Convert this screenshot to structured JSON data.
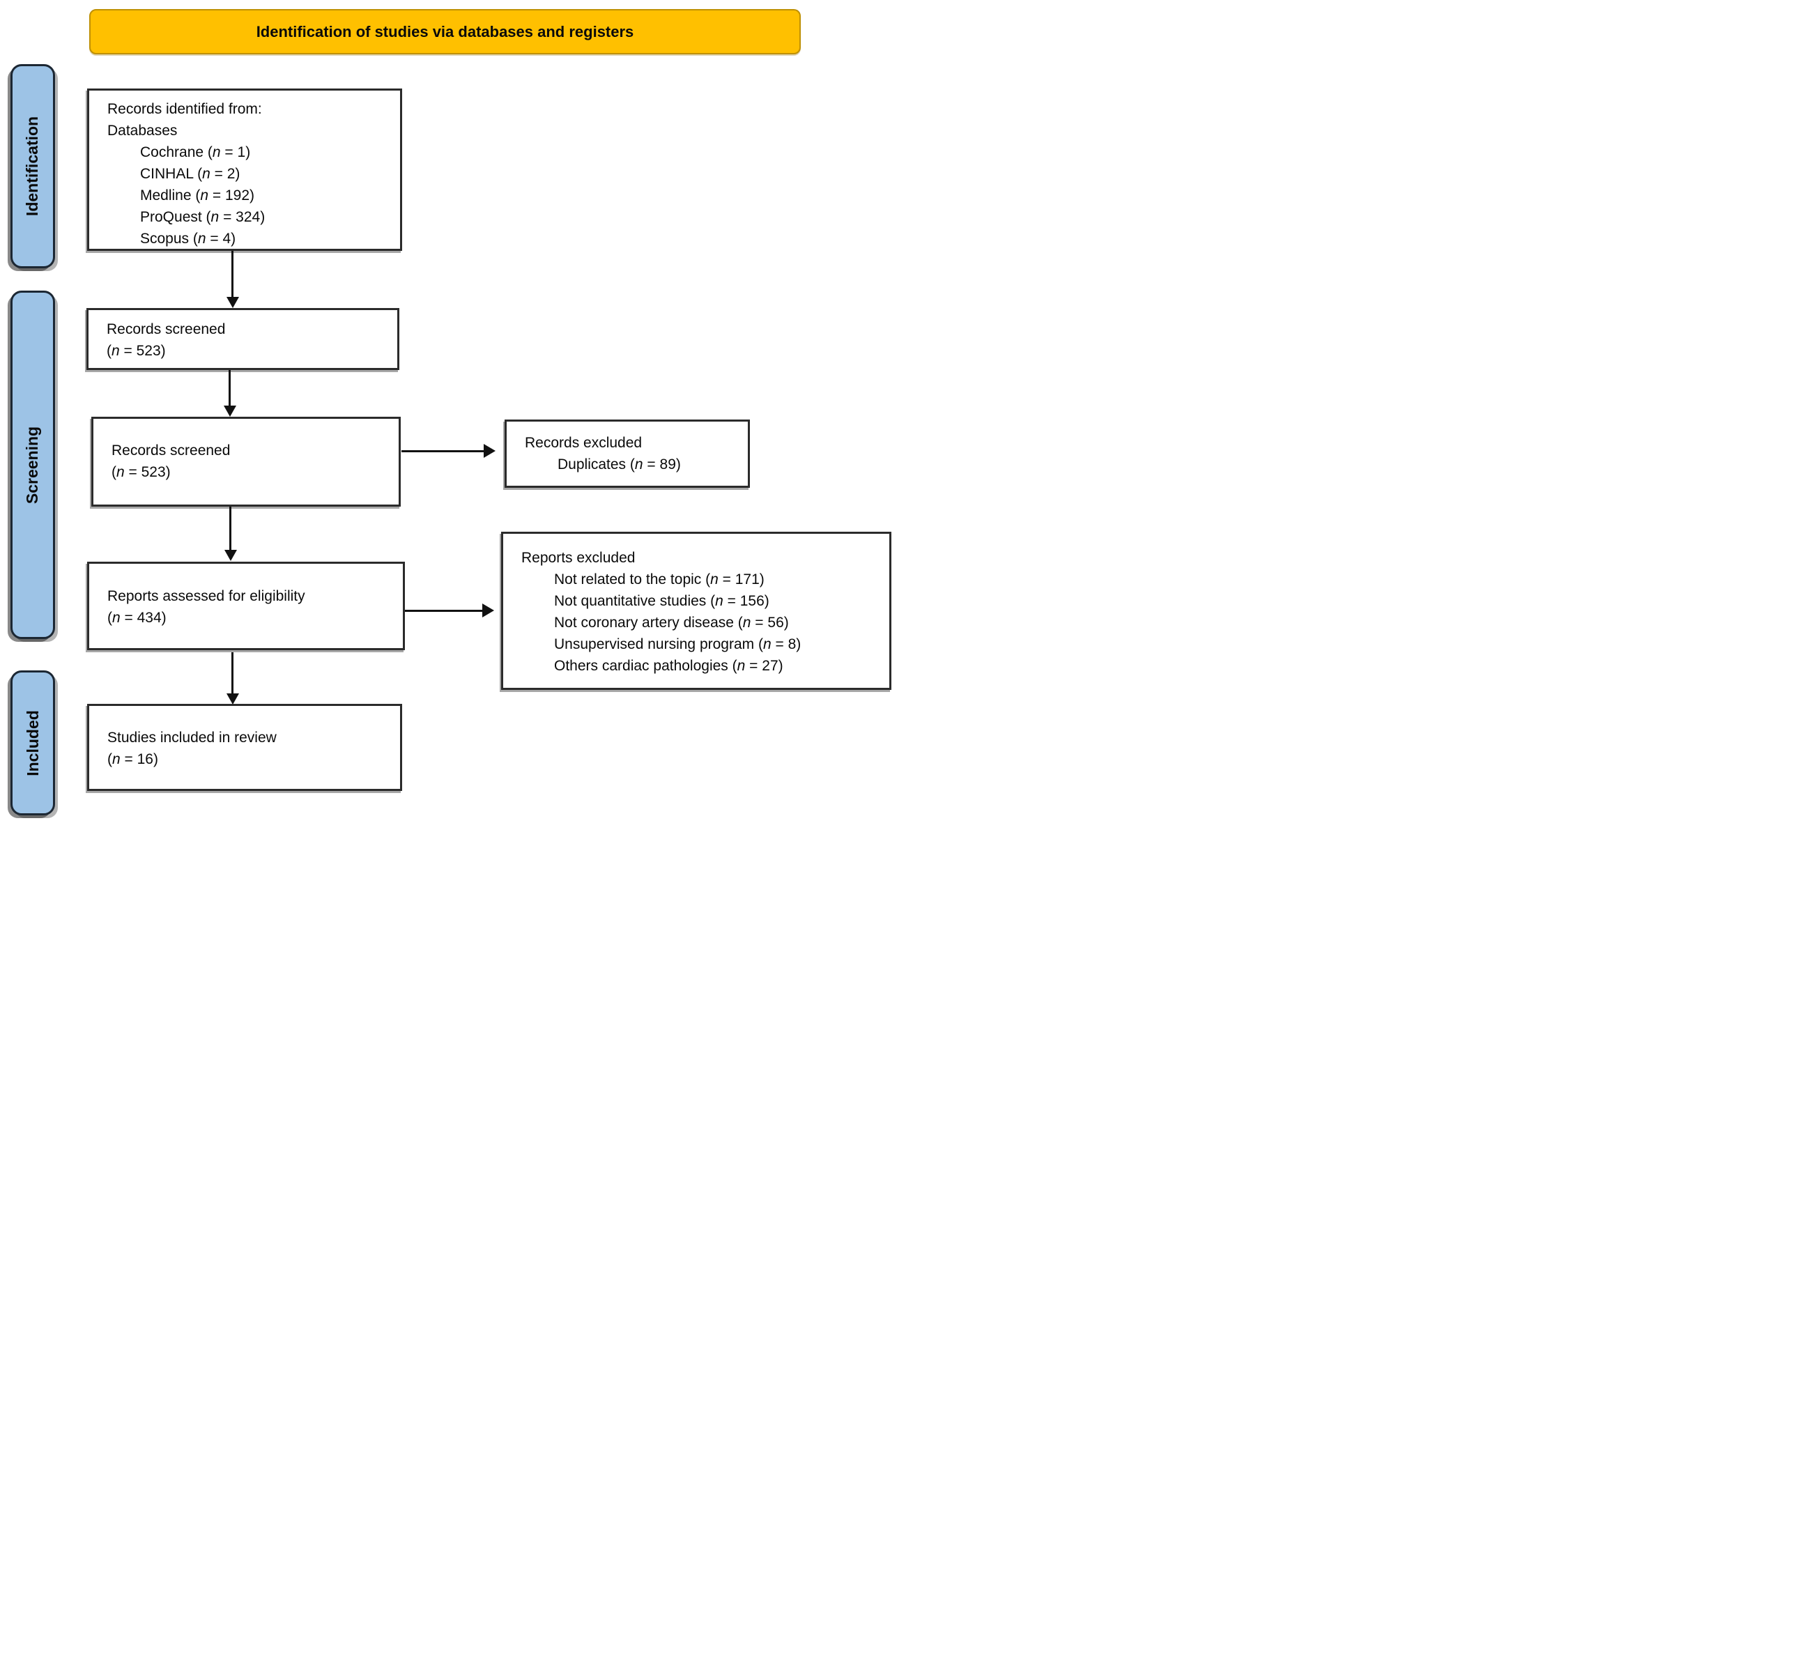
{
  "banner": {
    "title": "Identification of studies via databases and registers"
  },
  "colors": {
    "banner_bg": "#FFC000",
    "banner_border": "#BF9000",
    "sidebar_bg": "#9DC3E6",
    "sidebar_border": "#1c2733",
    "box_border": "#2b2b2b"
  },
  "sidebar": {
    "items": [
      {
        "label": "Identification"
      },
      {
        "label": "Screening"
      },
      {
        "label": "Included"
      }
    ]
  },
  "flow": {
    "boxes": [
      {
        "key": "records-identified",
        "lines": [
          {
            "text": "Records identified from:",
            "indent": false
          },
          {
            "text": "Databases",
            "indent": false
          },
          {
            "text": "Cochrane (*n* = 1)",
            "indent": true
          },
          {
            "text": "CINHAL (*n* = 2)",
            "indent": true
          },
          {
            "text": "Medline (*n* = 192)",
            "indent": true
          },
          {
            "text": "ProQuest (*n* = 324)",
            "indent": true
          },
          {
            "text": "Scopus (*n* = 4)",
            "indent": true
          }
        ]
      },
      {
        "key": "records-screened-1",
        "lines": [
          {
            "text": "Records screened",
            "indent": false
          },
          {
            "text": "(*n* = 523)",
            "indent": false
          }
        ]
      },
      {
        "key": "records-screened-2",
        "lines": [
          {
            "text": "Records screened",
            "indent": false
          },
          {
            "text": "(*n* = 523)",
            "indent": false
          }
        ]
      },
      {
        "key": "records-excluded",
        "lines": [
          {
            "text": "Records excluded",
            "indent": false
          },
          {
            "text": "Duplicates (*n* = 89)",
            "indent": true
          }
        ]
      },
      {
        "key": "reports-assessed",
        "lines": [
          {
            "text": "Reports assessed for eligibility",
            "indent": false
          },
          {
            "text": "(*n* = 434)",
            "indent": false
          }
        ]
      },
      {
        "key": "reports-excluded",
        "lines": [
          {
            "text": "Reports excluded",
            "indent": false
          },
          {
            "text": "Not related to the topic (*n* = 171)",
            "indent": true
          },
          {
            "text": "Not quantitative studies (*n* = 156)",
            "indent": true
          },
          {
            "text": "Not coronary artery disease (*n* = 56)",
            "indent": true
          },
          {
            "text": "Unsupervised nursing program (*n* = 8)",
            "indent": true
          },
          {
            "text": "Others cardiac pathologies (*n* = 27)",
            "indent": true
          }
        ]
      },
      {
        "key": "studies-included",
        "lines": [
          {
            "text": "Studies included in review",
            "indent": false
          },
          {
            "text": "(*n* = 16)",
            "indent": false
          }
        ]
      }
    ]
  }
}
